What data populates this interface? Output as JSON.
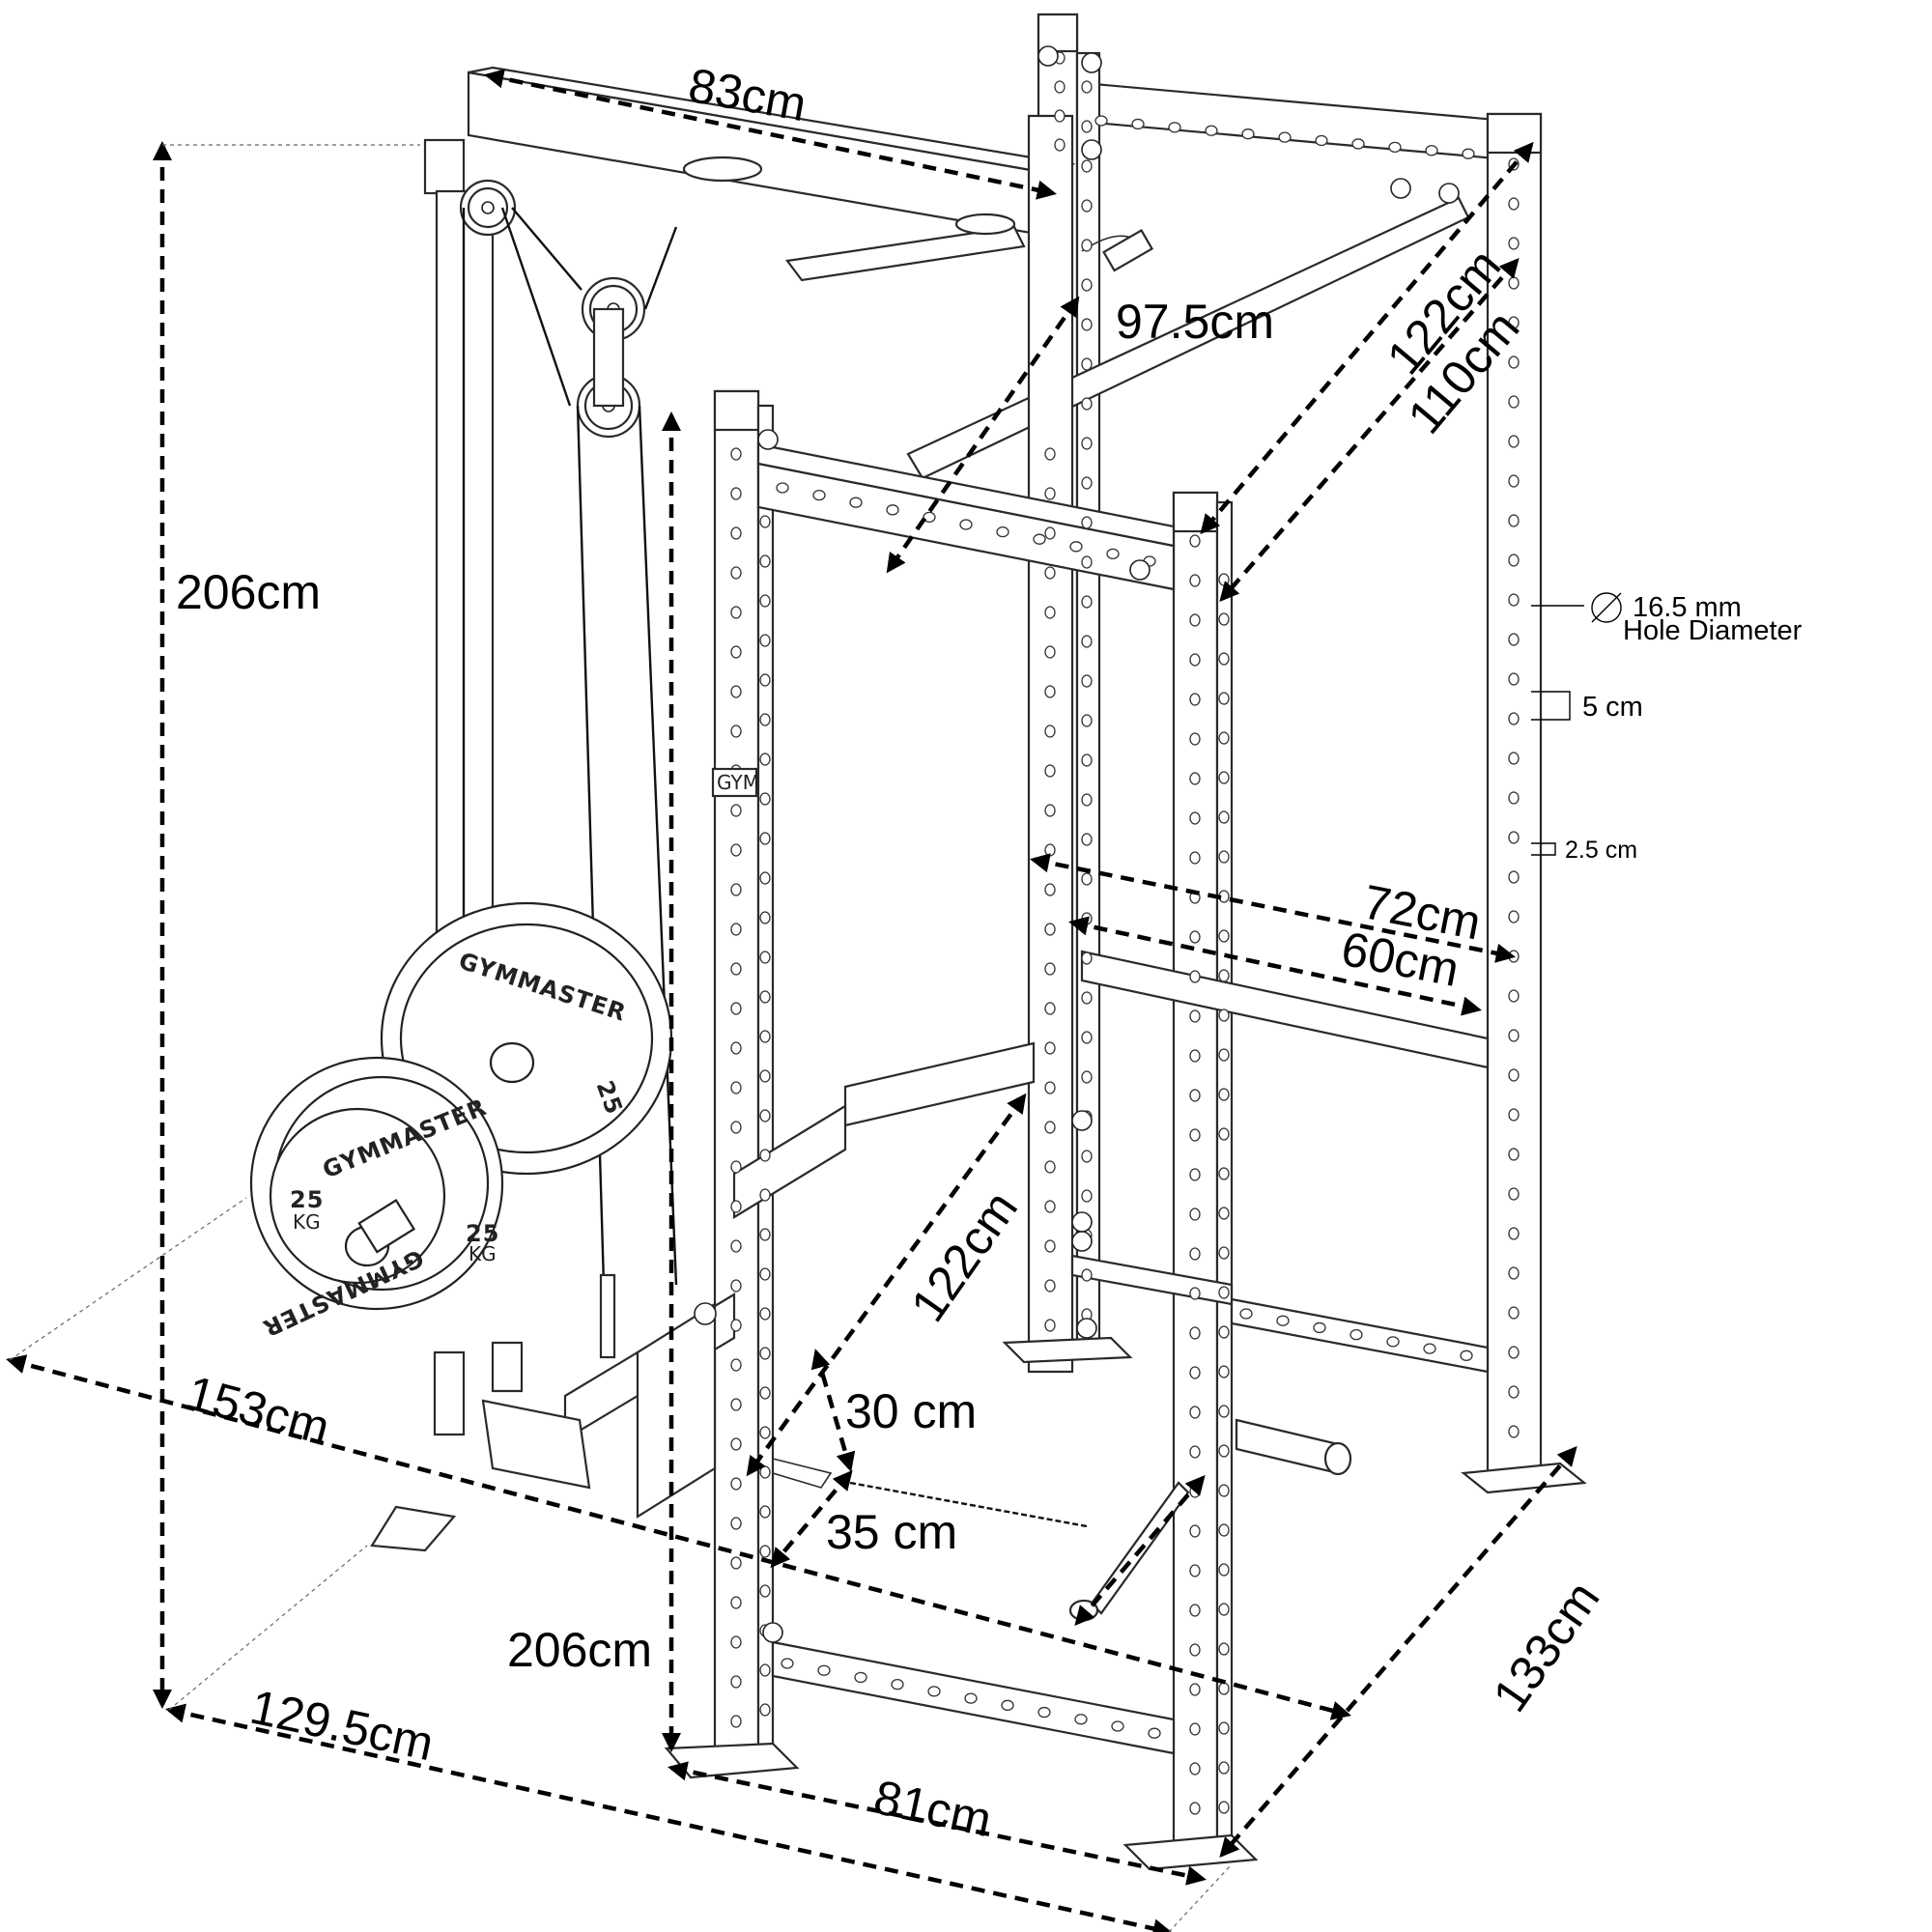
{
  "plate_markings": {
    "brand": "GYMMASTER",
    "weight": "25",
    "unit": "KG"
  },
  "rack_badge": "GYM",
  "dimensions": {
    "top_beam_width": "83cm",
    "pulley_tower_height": "206cm",
    "pull_up_bar_to_front": "97.5cm",
    "rack_depth_outer": "122cm",
    "rack_depth_inner": "110cm",
    "hole_diameter_value": "16.5 mm",
    "hole_diameter_label": "Hole Diameter",
    "hole_spacing_large": "5 cm",
    "hole_spacing_small": "2.5 cm",
    "rack_outer_width": "72cm",
    "rack_inner_width": "60cm",
    "plate_storage_length": "122cm",
    "lever_height": "30 cm",
    "lever_width": "35 cm",
    "overall_length": "153cm",
    "rack_height": "206cm",
    "footprint_side": "129.5cm",
    "footprint_front": "81cm",
    "footprint_depth": "133cm"
  }
}
